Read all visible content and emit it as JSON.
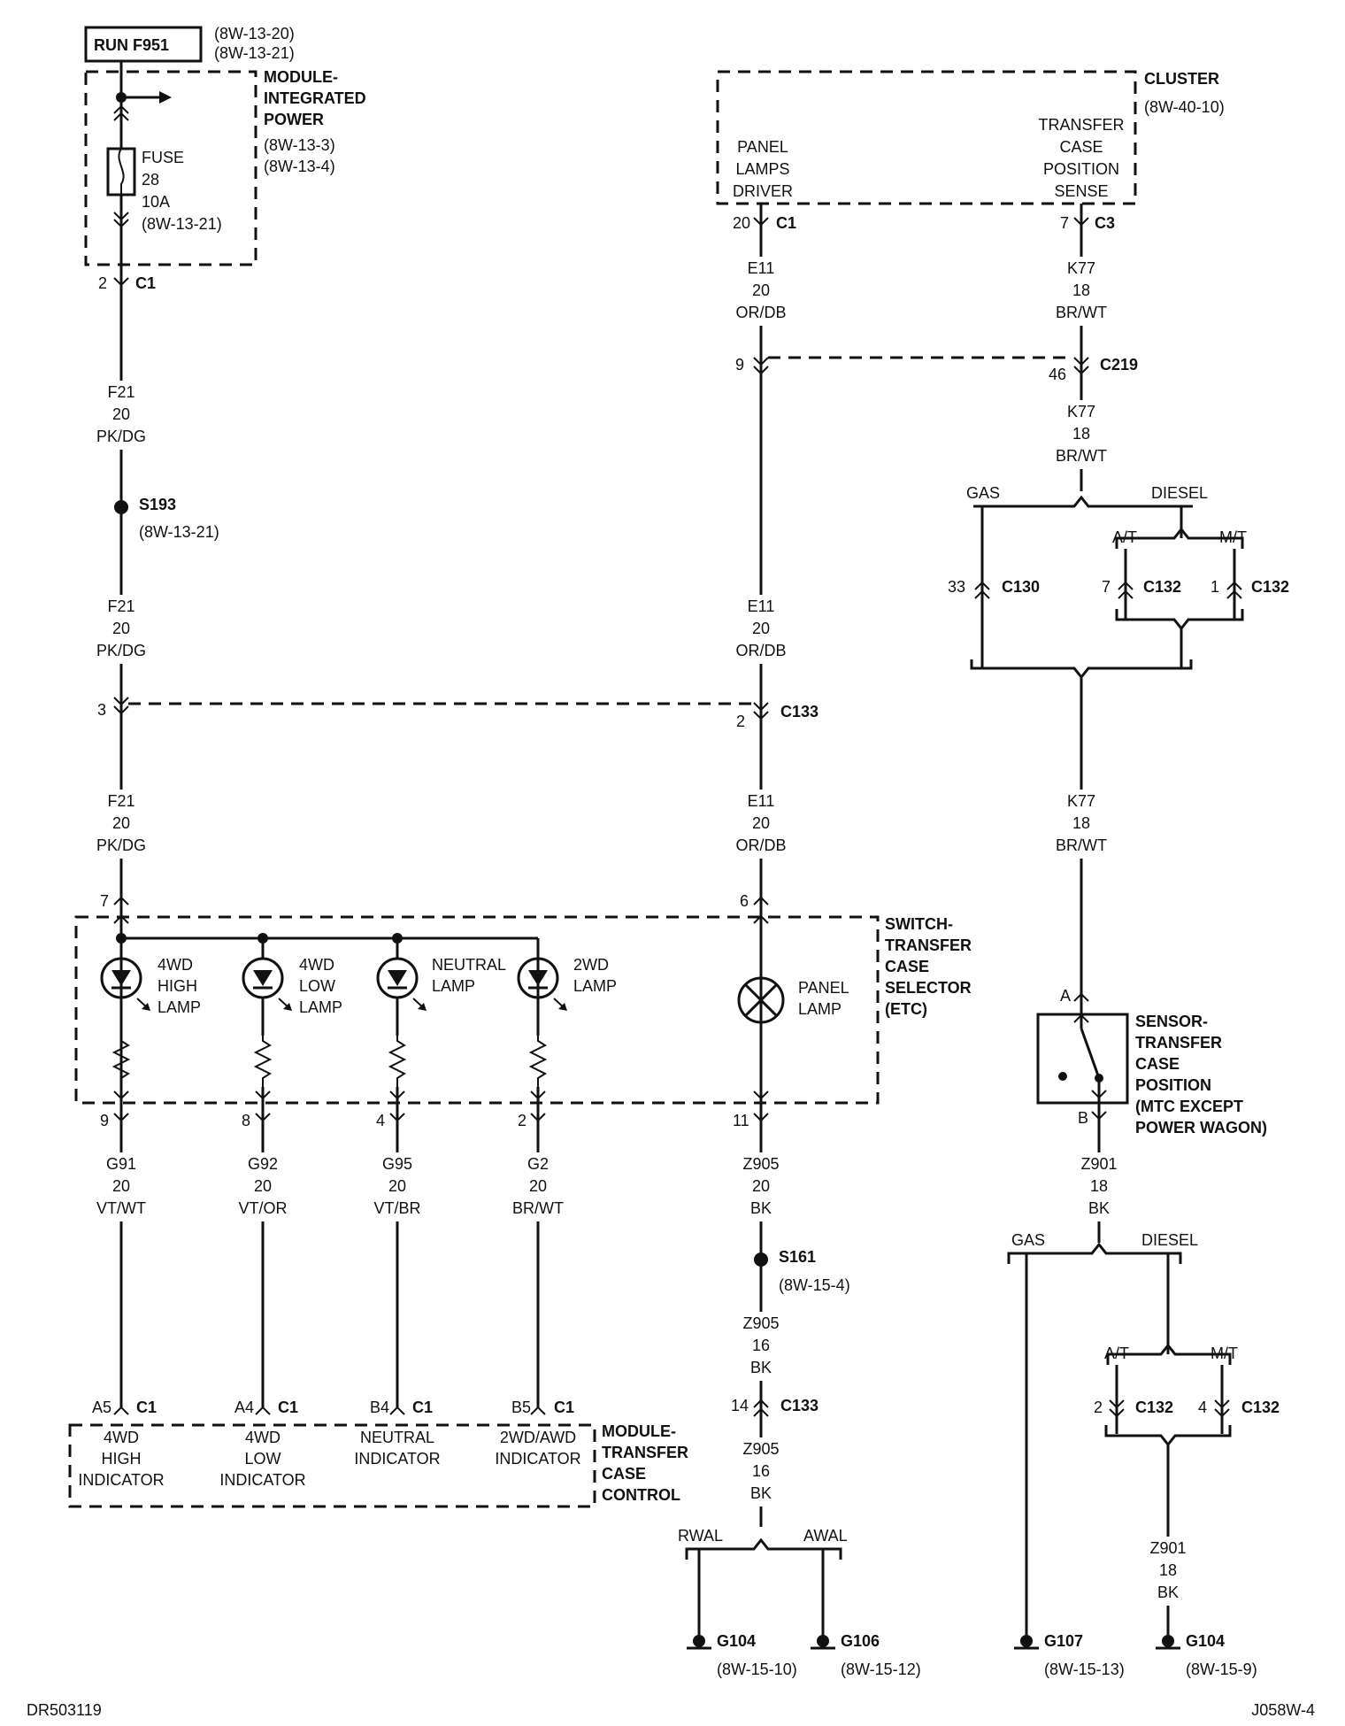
{
  "header": {
    "run_label": "RUN F951",
    "run_refs": [
      "(8W-13-20)",
      "(8W-13-21)"
    ]
  },
  "module_ip": {
    "title": [
      "MODULE-",
      "INTEGRATED",
      "POWER"
    ],
    "refs": [
      "(8W-13-3)",
      "(8W-13-4)"
    ],
    "fuse": [
      "FUSE",
      "28",
      "10A",
      "(8W-13-21)"
    ]
  },
  "cluster": {
    "title": "CLUSTER",
    "ref": "(8W-40-10)",
    "left_terminal": [
      "PANEL",
      "LAMPS",
      "DRIVER"
    ],
    "right_terminal": [
      "TRANSFER",
      "CASE",
      "POSITION",
      "SENSE"
    ]
  },
  "connectors": {
    "c1_top": {
      "pin": "2",
      "name": "C1"
    },
    "cl_c1": {
      "pin": "20",
      "name": "C1"
    },
    "cl_c3": {
      "pin": "7",
      "name": "C3"
    },
    "c219_left": {
      "pin": "9"
    },
    "c219_right": {
      "pin": "46",
      "name": "C219"
    },
    "c133_left": {
      "pin": "3"
    },
    "c133_right": {
      "pin": "2",
      "name": "C133"
    },
    "c130": {
      "pin": "33",
      "name": "C130"
    },
    "c132_at": {
      "pin": "7",
      "name": "C132"
    },
    "c132_mt": {
      "pin": "1",
      "name": "C132"
    },
    "sw_in_left": {
      "pin": "7"
    },
    "sw_in_right": {
      "pin": "6"
    },
    "sw_out": [
      {
        "pin": "9"
      },
      {
        "pin": "8"
      },
      {
        "pin": "4"
      },
      {
        "pin": "2"
      },
      {
        "pin": "11"
      }
    ],
    "sensor_a": {
      "pin": "A"
    },
    "sensor_b": {
      "pin": "B"
    },
    "tcc": [
      {
        "pin": "A5",
        "name": "C1"
      },
      {
        "pin": "A4",
        "name": "C1"
      },
      {
        "pin": "B4",
        "name": "C1"
      },
      {
        "pin": "B5",
        "name": "C1"
      }
    ],
    "c133_low": {
      "pin": "14",
      "name": "C133"
    },
    "c132_low_at": {
      "pin": "2",
      "name": "C132"
    },
    "c132_low_mt": {
      "pin": "4",
      "name": "C132"
    }
  },
  "wires": {
    "f21": [
      "F21",
      "20",
      "PK/DG"
    ],
    "e11": [
      "E11",
      "20",
      "OR/DB"
    ],
    "k77": [
      "K77",
      "18",
      "BR/WT"
    ],
    "g91": [
      "G91",
      "20",
      "VT/WT"
    ],
    "g92": [
      "G92",
      "20",
      "VT/OR"
    ],
    "g95": [
      "G95",
      "20",
      "VT/BR"
    ],
    "g2": [
      "G2",
      "20",
      "BR/WT"
    ],
    "z905_20": [
      "Z905",
      "20",
      "BK"
    ],
    "z905_16": [
      "Z905",
      "16",
      "BK"
    ],
    "z901_18": [
      "Z901",
      "18",
      "BK"
    ]
  },
  "splices": {
    "s193": {
      "name": "S193",
      "ref": "(8W-13-21)"
    },
    "s161": {
      "name": "S161",
      "ref": "(8W-15-4)"
    }
  },
  "options": {
    "gas": "GAS",
    "diesel": "DIESEL",
    "at": "A/T",
    "mt": "M/T",
    "rwal": "RWAL",
    "awal": "AWAL"
  },
  "switch": {
    "title": [
      "SWITCH-",
      "TRANSFER",
      "CASE",
      "SELECTOR",
      "(ETC)"
    ],
    "lamps": [
      [
        "4WD",
        "HIGH",
        "LAMP"
      ],
      [
        "4WD",
        "LOW",
        "LAMP"
      ],
      [
        "NEUTRAL",
        "LAMP"
      ],
      [
        "2WD",
        "LAMP"
      ]
    ],
    "panel_lamp": [
      "PANEL",
      "LAMP"
    ]
  },
  "sensor": {
    "title": [
      "SENSOR-",
      "TRANSFER",
      "CASE",
      "POSITION",
      "(MTC EXCEPT",
      "POWER WAGON)"
    ]
  },
  "tcc_module": {
    "title": [
      "MODULE-",
      "TRANSFER",
      "CASE",
      "CONTROL"
    ],
    "terminals": [
      [
        "4WD",
        "HIGH",
        "INDICATOR"
      ],
      [
        "4WD",
        "LOW",
        "INDICATOR"
      ],
      [
        "NEUTRAL",
        "INDICATOR"
      ],
      [
        "2WD/AWD",
        "INDICATOR"
      ]
    ]
  },
  "grounds": [
    {
      "name": "G104",
      "ref": "(8W-15-10)"
    },
    {
      "name": "G106",
      "ref": "(8W-15-12)"
    },
    {
      "name": "G107",
      "ref": "(8W-15-13)"
    },
    {
      "name": "G104",
      "ref": "(8W-15-9)"
    }
  ],
  "footer": {
    "left": "DR503119",
    "right": "J058W-4"
  }
}
